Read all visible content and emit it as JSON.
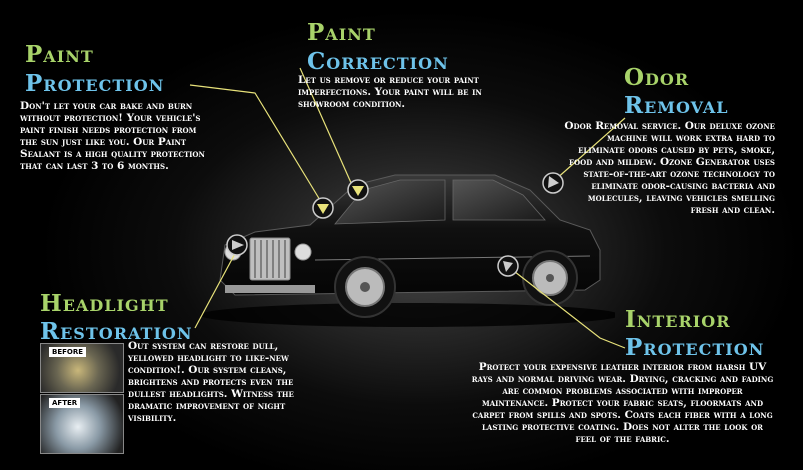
{
  "paint_protection": {
    "title_line1": "Paint",
    "title_line2": "Protection",
    "body": "Don't let your car bake and burn without protection! Your vehicle's paint finish needs protection from the sun just like you.  Our Paint Sealant is a high quality protection that can last 3 to 6 months."
  },
  "paint_correction": {
    "title_line1": "Paint",
    "title_line2": "Correction",
    "body": "Let us remove or reduce your paint imperfections. Your paint will be in showroom condition."
  },
  "odor_removal": {
    "title_line1": "Odor",
    "title_line2": "Removal",
    "body": "Odor Removal service. Our deluxe ozone machine will work extra hard to eliminate odors caused by pets, smoke, food and mildew.  Ozone Generator uses state-of-the-art ozone technology to eliminate odor-causing bacteria and molecules, leaving vehicles smelling fresh and clean."
  },
  "headlight_restoration": {
    "title_line1": "Headlight",
    "title_line2": "Restoration",
    "before_label": "BEFORE",
    "after_label": "AFTER",
    "body": "Out system can restore dull, yellowed headlight to like-new condition!.  Our system cleans, brightens and protects even the dullest headlights.  Witness the dramatic improvement of night visibility."
  },
  "interior_protection": {
    "title_line1": "Interior",
    "title_line2": "Protection",
    "body": "Protect your expensive leather interior from harsh UV rays and normal driving wear. Drying, cracking and fading are common problems associated with improper maintenance.  Protect your fabric seats, floormats and carpet from spills and spots.  Coats each fiber with a long lasting protective coating.  Does not alter the look or feel of the fabric."
  },
  "colors": {
    "title_green": "#a8d36a",
    "title_blue": "#6ec3ea",
    "leader_line": "#e8e27a",
    "background": "#000000"
  }
}
